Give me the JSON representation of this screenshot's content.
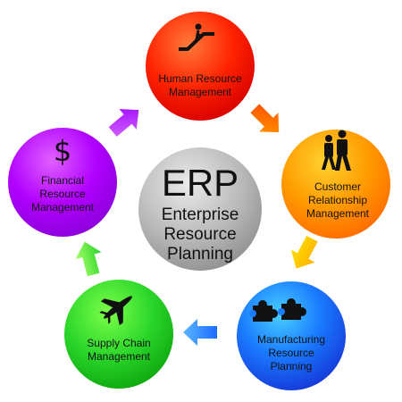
{
  "center": {
    "title": "ERP",
    "lines": [
      "Enterprise",
      "Resource",
      "Planning"
    ]
  },
  "nodes": {
    "hr": {
      "lines": [
        "Human Resource",
        "Management"
      ],
      "icon": "escalator-icon",
      "color": "#ff2a00"
    },
    "crm": {
      "lines": [
        "Customer",
        "Relationship",
        "Management"
      ],
      "icon": "people-walking-icon",
      "color": "#ff8c00"
    },
    "mrp": {
      "lines": [
        "Manufacturing",
        "Resource",
        "Planning"
      ],
      "icon": "puzzle-pieces-icon",
      "color": "#1e5cff"
    },
    "scm": {
      "lines": [
        "Supply Chain",
        "Management"
      ],
      "icon": "airplane-icon",
      "color": "#22cc22"
    },
    "frm": {
      "lines": [
        "Financial",
        "Resource",
        "Management"
      ],
      "icon": "dollar-icon",
      "color": "#b300ff"
    }
  },
  "icon_glyphs": {
    "dollar": "$"
  }
}
